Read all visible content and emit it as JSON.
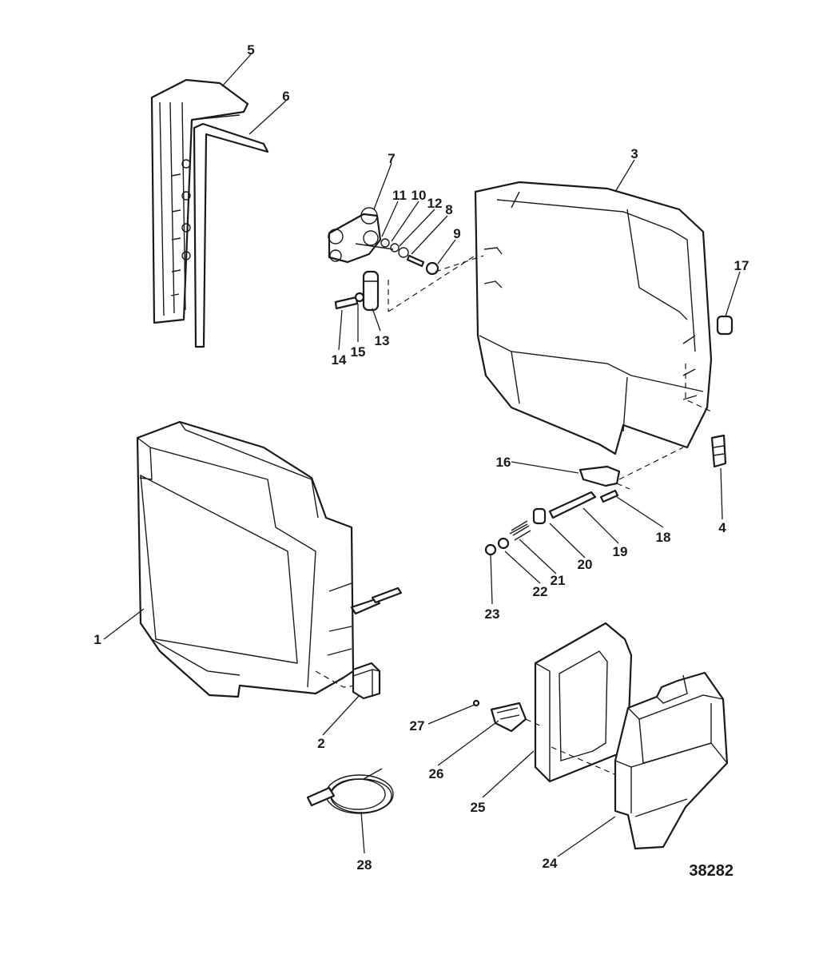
{
  "diagram": {
    "figure_number": "38282",
    "callouts": {
      "c1": "1",
      "c2": "2",
      "c3": "3",
      "c4": "4",
      "c5": "5",
      "c6": "6",
      "c7": "7",
      "c8": "8",
      "c9": "9",
      "c10": "10",
      "c11": "11",
      "c12": "12",
      "c13": "13",
      "c14": "14",
      "c15": "15",
      "c16": "16",
      "c17": "17",
      "c18": "18",
      "c19": "19",
      "c20": "20",
      "c21": "21",
      "c22": "22",
      "c23": "23",
      "c24": "24",
      "c25": "25",
      "c26": "26",
      "c27": "27",
      "c28": "28"
    }
  }
}
